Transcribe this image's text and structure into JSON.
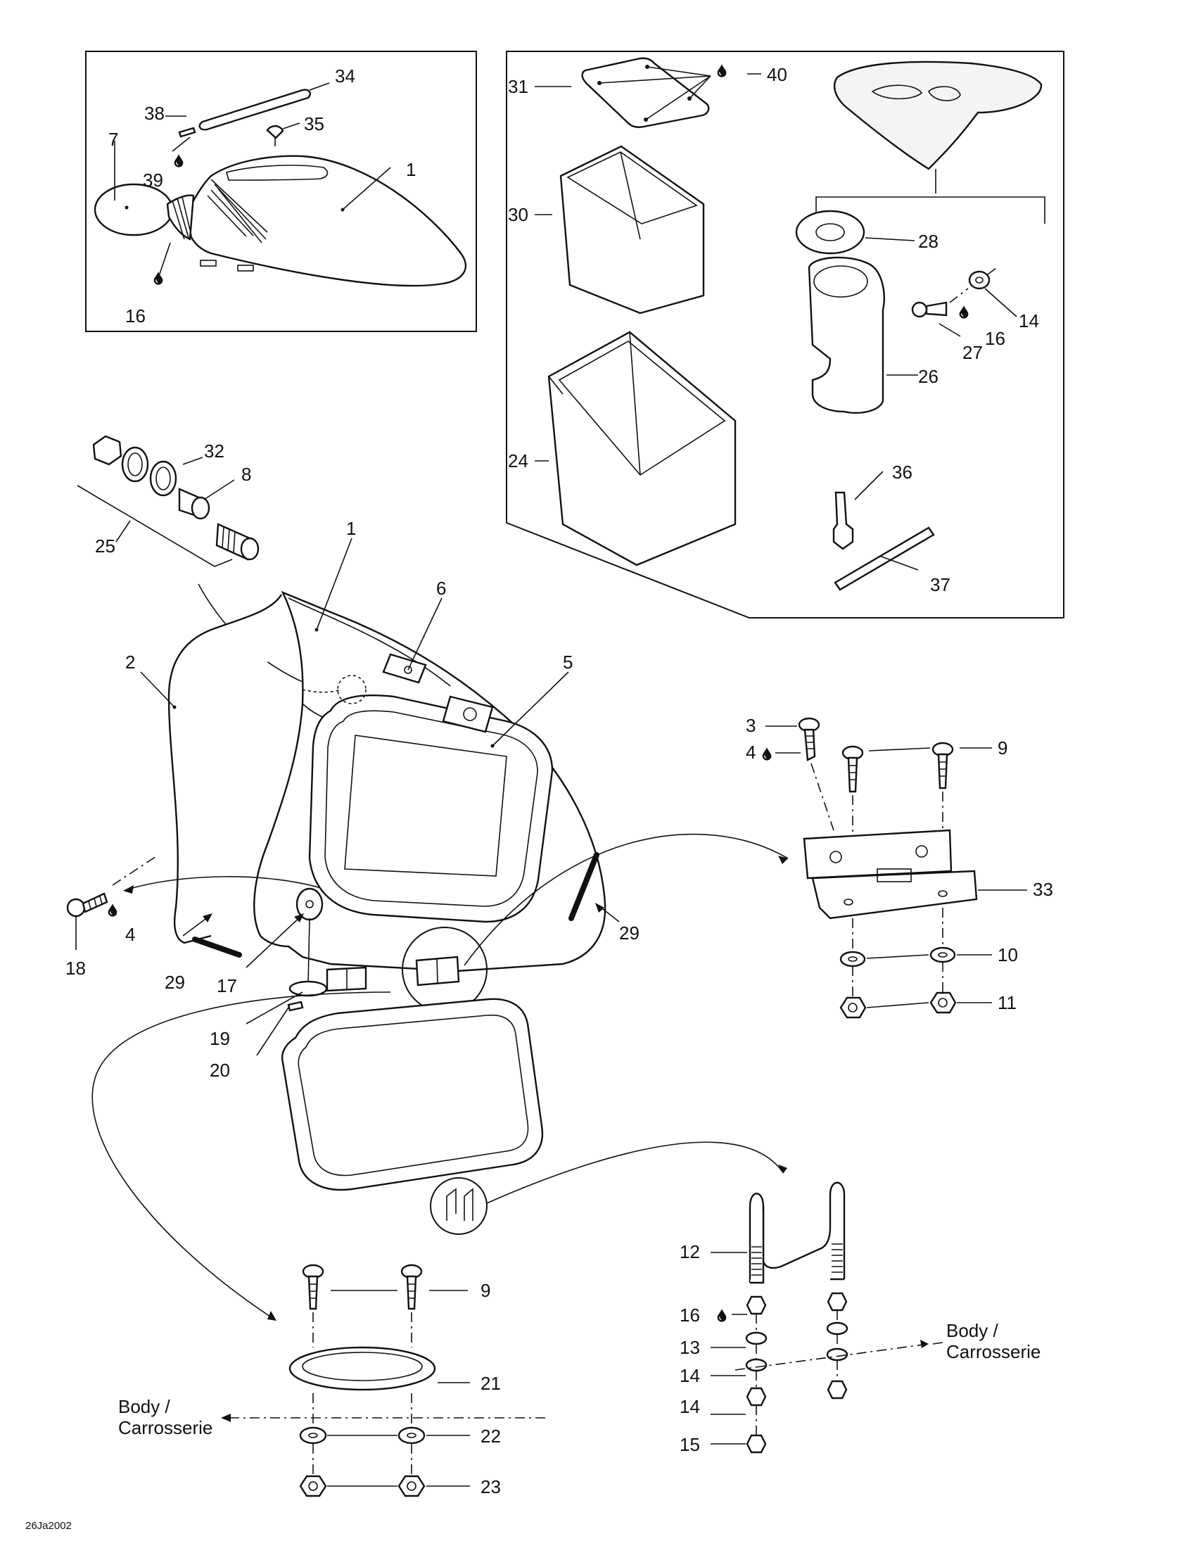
{
  "callouts": {
    "c1a": "1",
    "c7": "7",
    "c38": "38",
    "c34": "34",
    "c35": "35",
    "c39": "39",
    "c16a": "16",
    "c31": "31",
    "c40": "40",
    "c30": "30",
    "c24": "24",
    "c28": "28",
    "c14a": "14",
    "c16b": "16",
    "c27": "27",
    "c26": "26",
    "c36": "36",
    "c37": "37",
    "c32": "32",
    "c8": "8",
    "c25": "25",
    "c1b": "1",
    "c6": "6",
    "c5": "5",
    "c2": "2",
    "c3": "3",
    "c4a": "4",
    "c9a": "9",
    "c33": "33",
    "c10": "10",
    "c11": "11",
    "c18": "18",
    "c4b": "4",
    "c29a": "29",
    "c29b": "29",
    "c17": "17",
    "c19": "19",
    "c20": "20",
    "c12": "12",
    "c16c": "16",
    "c13": "13",
    "c14b": "14",
    "c14c": "14",
    "c15": "15",
    "c9b": "9",
    "c21": "21",
    "c22": "22",
    "c23": "23"
  },
  "notes": {
    "body_right_1": "Body /",
    "body_right_2": "Carrosserie",
    "body_left_1": "Body /",
    "body_left_2": "Carrosserie"
  },
  "drawing_code": "26Ja2002",
  "icons": [
    "sealant-drop-icon"
  ]
}
